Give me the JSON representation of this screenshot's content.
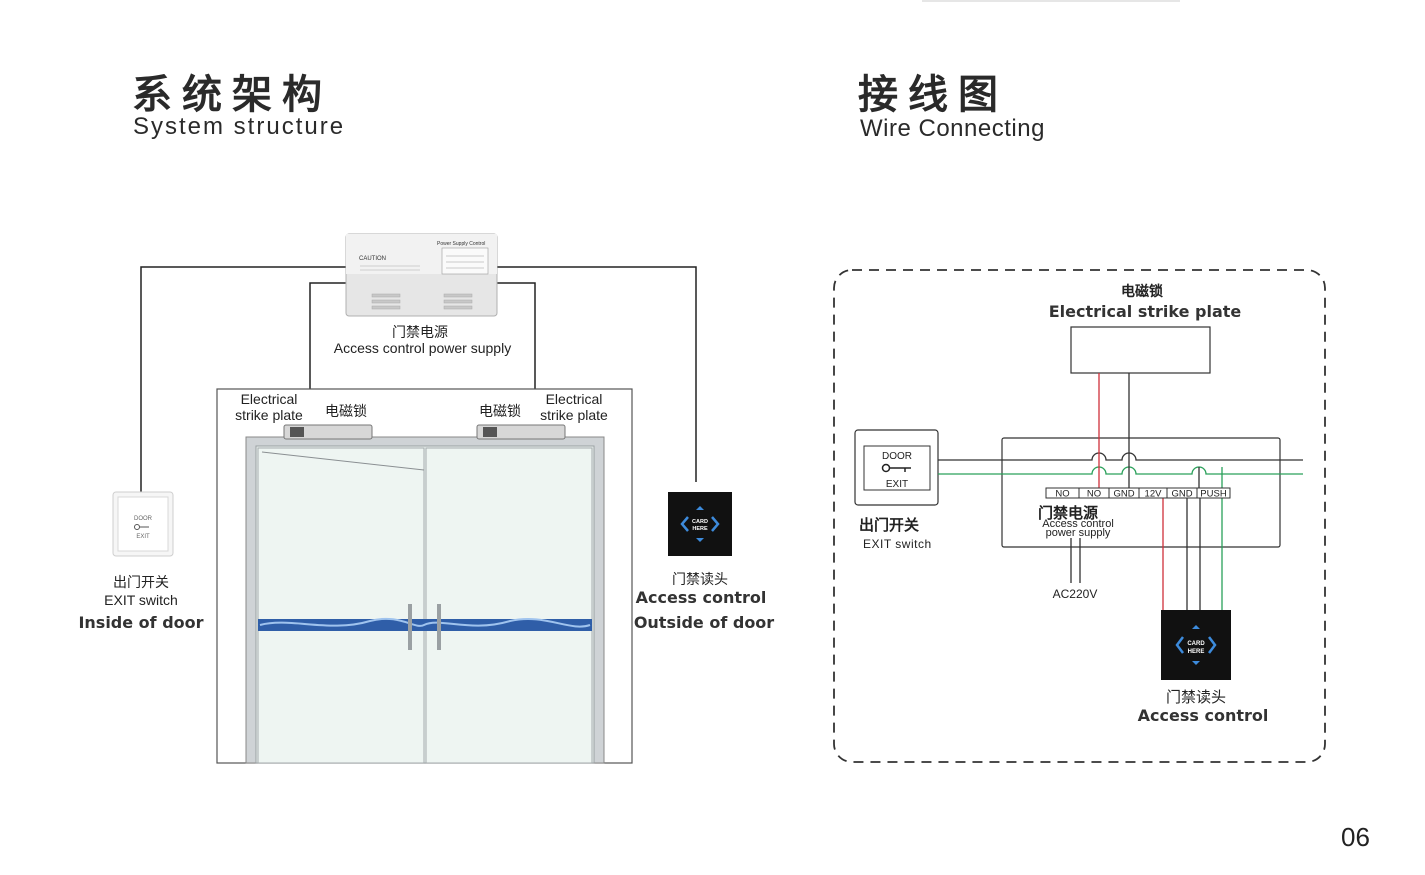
{
  "left": {
    "title_cn": "系统架构",
    "title_en": "System structure",
    "power_supply": {
      "caution": "CAUTION",
      "panel_title": "Power Supply Control",
      "label_cn": "门禁电源",
      "label_en": "Access  control  power  supply"
    },
    "strike_left": {
      "line1": "Electrical",
      "line2": "strike  plate"
    },
    "strike_right": {
      "line1": "Electrical",
      "line2": "strike  plate"
    },
    "lock_left_cn": "电磁锁",
    "lock_right_cn": "电磁锁",
    "exit_switch": {
      "device_top": "DOOR",
      "device_bottom": "EXIT",
      "label_cn": "出门开关",
      "label_en": "EXIT  switch",
      "location": "Inside of door"
    },
    "reader": {
      "device_text_1": "CARD",
      "device_text_2": "HERE",
      "label_cn": "门禁读头",
      "label_en": "Access control",
      "location": "Outside of door"
    }
  },
  "right": {
    "title_cn": "接线图",
    "title_en": "Wire Connecting",
    "strike": {
      "label_cn": "电磁锁",
      "label_en": "Electrical strike plate"
    },
    "exit_switch": {
      "device_top": "DOOR",
      "device_bottom": "EXIT",
      "label_cn": "出门开关",
      "label_en": "EXIT switch"
    },
    "terminals": [
      "NO",
      "NO",
      "GND",
      "12V",
      "GND",
      "PUSH"
    ],
    "power_supply": {
      "label_cn": "门禁电源",
      "line1": "Access control",
      "line2": "power supply"
    },
    "ac_label": "AC220V",
    "reader": {
      "device_text_1": "CARD",
      "device_text_2": "HERE",
      "label_cn": "门禁读头",
      "label_en": "Access control"
    },
    "wire_colors": {
      "red": "#d0303a",
      "green": "#2aa05a",
      "black": "#333333"
    }
  },
  "page_number": "06"
}
